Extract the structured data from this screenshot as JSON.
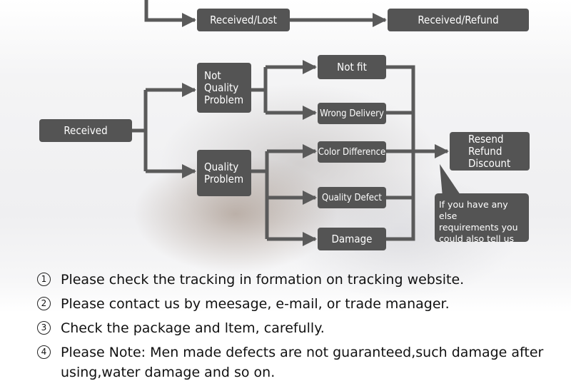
{
  "flow": {
    "received_lost": "Received/Lost",
    "received_refund": "Received/Refund",
    "received": "Received",
    "not_quality_problem": "Not\nQuality\nProblem",
    "quality_problem": "Quality\nProblem",
    "not_fit": "Not fit",
    "wrong_delivery": "Wrong Delivery",
    "color_difference": "Color Difference",
    "quality_defect": "Quality Defect",
    "damage": "Damage",
    "resend_refund_discount": "Resend\nRefund\nDiscount",
    "else_requirements": "If you have any else\nrequirements you\ncould also tell us"
  },
  "notes": [
    {
      "num": "1",
      "text": "Please check the tracking in formation on tracking website."
    },
    {
      "num": "2",
      "text": "Please contact us by meesage, e-mail, or trade manager."
    },
    {
      "num": "3",
      "text": "Check the package and ltem, carefully."
    },
    {
      "num": "4",
      "text": "Please Note: Men made defects  are not guaranteed,such damage after using,water damage and so on."
    }
  ],
  "colors": {
    "box": "#545454",
    "line": "#5a5a5a"
  }
}
